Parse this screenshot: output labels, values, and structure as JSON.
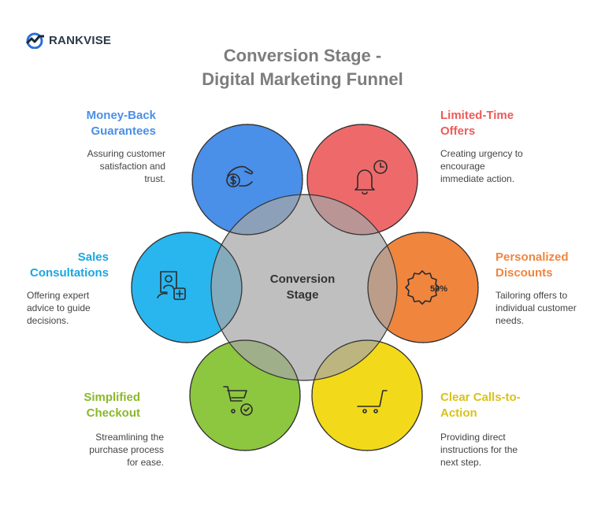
{
  "brand": {
    "name": "RANKVISE"
  },
  "title": {
    "line1": "Conversion Stage -",
    "line2": "Digital Marketing Funnel"
  },
  "center": {
    "line1": "Conversion",
    "line2": "Stage"
  },
  "colors": {
    "money_back": "#4a8fe8",
    "limited_time": "#ee6a6a",
    "personalized": "#f0853e",
    "clear_cta": "#d9c21b",
    "simplified": "#8bb82a",
    "sales": "#1aa7e0",
    "center_fill": "#a9a9a9"
  },
  "items": {
    "money_back": {
      "title1": "Money-Back",
      "title2": "Guarantees",
      "desc1": "Assuring customer",
      "desc2": "satisfaction and",
      "desc3": "trust.",
      "icon": "money-hand-icon"
    },
    "limited_time": {
      "title1": "Limited-Time",
      "title2": "Offers",
      "desc1": "Creating urgency to",
      "desc2": "encourage",
      "desc3": "immediate action.",
      "icon": "bell-clock-icon"
    },
    "personalized": {
      "title1": "Personalized",
      "title2": "Discounts",
      "desc1": "Tailoring offers to",
      "desc2": "individual customer",
      "desc3": "needs.",
      "icon": "discount-badge-icon",
      "badge_text": "50%"
    },
    "clear_cta": {
      "title1": "Clear Calls-to-",
      "title2": "Action",
      "desc1": "Providing direct",
      "desc2": "instructions for the",
      "desc3": "next step.",
      "icon": "cart-icon"
    },
    "simplified": {
      "title1": "Simplified",
      "title2": "Checkout",
      "desc1": "Streamlining the",
      "desc2": "purchase process",
      "desc3": "for ease.",
      "icon": "cart-check-icon"
    },
    "sales": {
      "title1": "Sales",
      "title2": "Consultations",
      "desc1": "Offering expert",
      "desc2": "advice to guide",
      "desc3": "decisions.",
      "icon": "consultant-icon"
    }
  }
}
